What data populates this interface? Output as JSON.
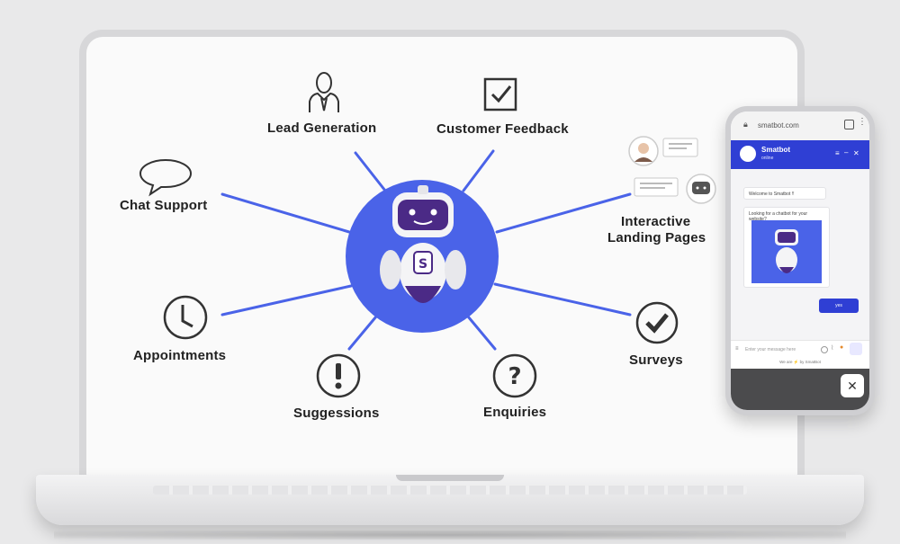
{
  "features": {
    "lead_generation": "Lead Generation",
    "customer_feedback": "Customer Feedback",
    "chat_support": "Chat Support",
    "interactive_landing_pages_line1": "Interactive",
    "interactive_landing_pages_line2": "Landing Pages",
    "appointments": "Appointments",
    "surveys": "Surveys",
    "suggessions": "Suggessions",
    "enquiries": "Enquiries"
  },
  "hub": {
    "bot_badge": "S",
    "accent_color": "#4a63e8",
    "bot_visor_color": "#4b2a86"
  },
  "phone": {
    "url": "smatbot.com",
    "bot_name": "Smatbot",
    "bot_status": "online",
    "welcome_message": "Welcome to Smatbot !!",
    "question_message": "Looking for a chatbot for your website?",
    "reply_button": "yes",
    "input_placeholder": "Enter your message here",
    "credit": "We are ⚡ by SmatBot",
    "close_icon": "✕",
    "header_color": "#2f3fd4"
  },
  "icons": {
    "lead_generation": "person-tie-icon",
    "customer_feedback": "checkbox-icon",
    "chat_support": "speech-bubble-icon",
    "appointments": "clock-icon",
    "surveys": "check-circle-icon",
    "suggessions": "exclamation-circle-icon",
    "enquiries": "question-circle-icon"
  }
}
